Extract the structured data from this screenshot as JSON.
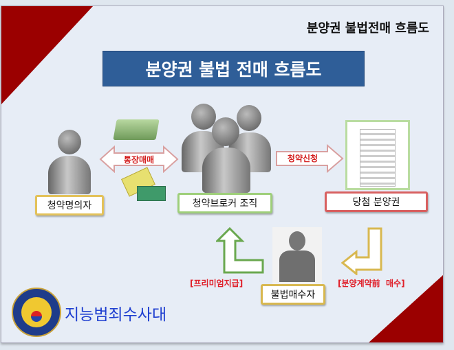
{
  "header": {
    "title": "분양권 불법전매 흐름도",
    "banner": "분양권 불법 전매 흐름도"
  },
  "nodes": {
    "nominee": "청약명의자",
    "broker": "청약브로커 조직",
    "winning": "당첨 분양권",
    "buyer": "불법매수자"
  },
  "arrows": {
    "bankbook_trade": "통장매매",
    "application": "청약신청"
  },
  "labels": {
    "premium": "[프리미엄지급]",
    "pre_contract": "[분양계약前  매수]"
  },
  "footer": {
    "org": "지능범죄수사대"
  },
  "colors": {
    "banner": "#2f5e98",
    "accent_red": "#9b0000",
    "org_text": "#1f3fd0"
  }
}
